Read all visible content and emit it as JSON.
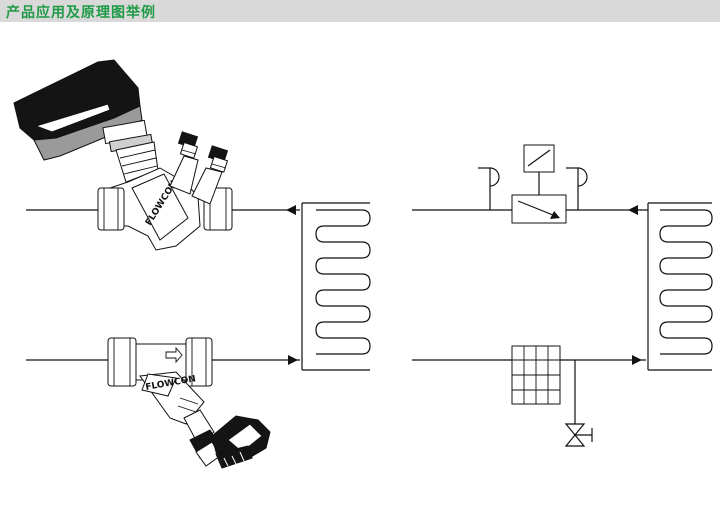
{
  "header": {
    "title": "产品应用及原理图举例",
    "title_color": "#1f9a46",
    "background": "#d9d9d9"
  },
  "valve_top": {
    "brand": "FLOWCON"
  },
  "valve_bottom": {
    "brand": "FLOWCON"
  },
  "icons": [
    "actuator-icon",
    "pressure-gauge-icon",
    "flow-arrow-icon",
    "strainer-icon",
    "drain-valve-icon",
    "coil-icon"
  ]
}
